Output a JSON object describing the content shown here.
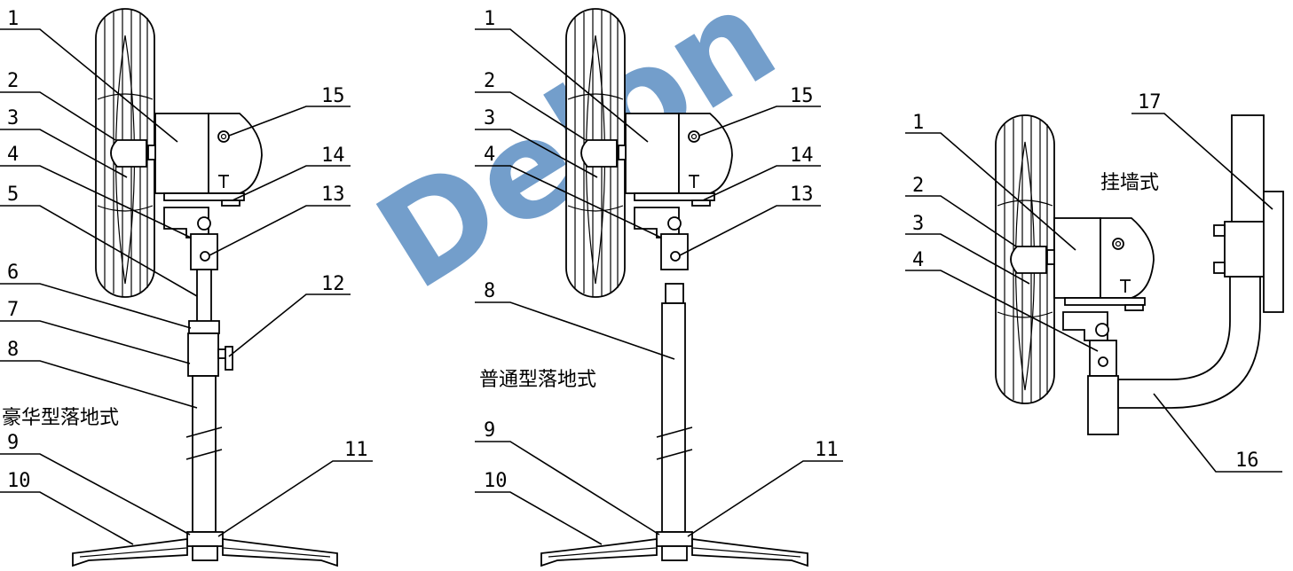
{
  "captions": {
    "deluxe": "豪华型落地式",
    "standard": "普通型落地式",
    "wall": "挂墙式"
  },
  "watermark": {
    "text": "Delon",
    "color": "#5b8ec3"
  },
  "labels": {
    "deluxe": [
      "1",
      "2",
      "3",
      "4",
      "5",
      "6",
      "7",
      "8",
      "9",
      "10",
      "15",
      "14",
      "13",
      "12",
      "11"
    ],
    "standard": [
      "1",
      "2",
      "3",
      "4",
      "8",
      "9",
      "10",
      "15",
      "14",
      "13",
      "11"
    ],
    "wall": [
      "1",
      "2",
      "3",
      "4",
      "17",
      "16"
    ]
  }
}
